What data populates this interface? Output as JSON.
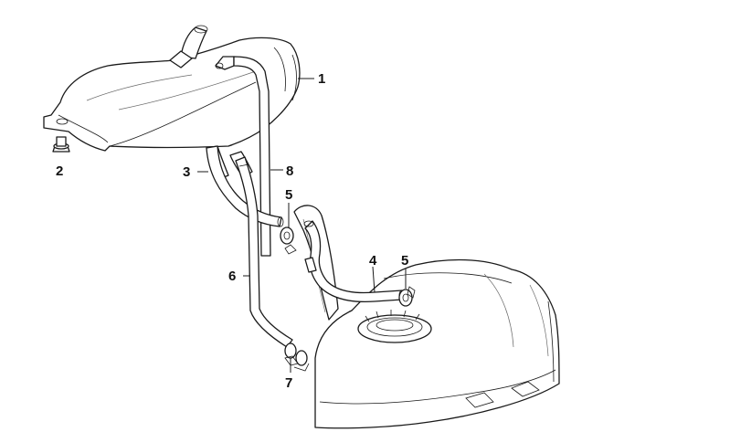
{
  "callouts": [
    {
      "id": "callout-1",
      "label": "1"
    },
    {
      "id": "callout-2",
      "label": "2"
    },
    {
      "id": "callout-3",
      "label": "3"
    },
    {
      "id": "callout-4",
      "label": "4"
    },
    {
      "id": "callout-5a",
      "label": "5"
    },
    {
      "id": "callout-5b",
      "label": "5"
    },
    {
      "id": "callout-6",
      "label": "6"
    },
    {
      "id": "callout-7",
      "label": "7"
    },
    {
      "id": "callout-8",
      "label": "8"
    }
  ]
}
